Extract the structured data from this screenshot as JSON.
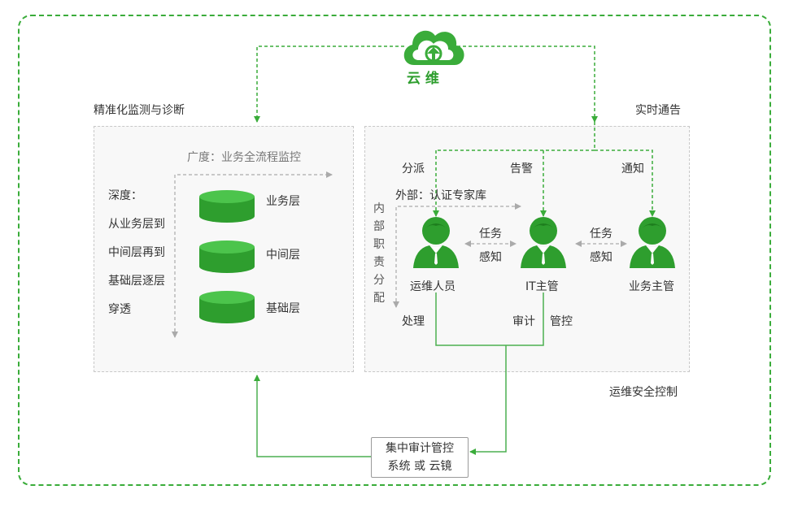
{
  "brand": {
    "name": "云 维",
    "color": "#2e9e2e"
  },
  "left_panel": {
    "title": "精准化监测与诊断",
    "breadth_label": "广度：业务全流程监控",
    "depth_lines": [
      "深度：",
      "从业务层到",
      "中间层再到",
      "基础层逐层",
      "穿透"
    ],
    "layers": [
      "业务层",
      "中间层",
      "基础层"
    ]
  },
  "right_panel": {
    "title": "实时通告",
    "labels": {
      "dispatch": "分派",
      "alarm": "告警",
      "notify": "通知",
      "external": "外部：认证专家库",
      "internal": "内部职责分配",
      "process": "处理",
      "audit": "审计",
      "control": "管控"
    },
    "task_perception": [
      "任务",
      "感知"
    ],
    "roles": [
      "运维人员",
      "IT主管",
      "业务主管"
    ],
    "caption": "运维安全控制"
  },
  "center_box": {
    "lines": [
      "集中审计管控",
      "系统 或 云镜"
    ]
  },
  "colors": {
    "accent": "#3aac3a",
    "dashed_gray": "#aaaaaa",
    "solid_line": "#4caf50"
  },
  "icons": [
    "cloud-icon",
    "database-icon",
    "person-icon"
  ]
}
